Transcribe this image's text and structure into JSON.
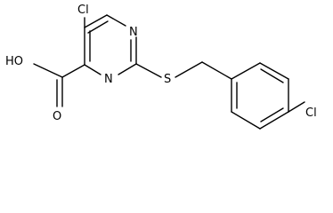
{
  "molecule": {
    "atoms": {
      "cl_top": "Cl",
      "n_top": "N",
      "n_bottom": "N",
      "sulfur": "S",
      "hydroxyl": "HO",
      "oxygen": "O",
      "cl_right": "Cl"
    },
    "colors": {
      "bond": "#000000",
      "label": "#000000",
      "background": "#ffffff"
    }
  }
}
